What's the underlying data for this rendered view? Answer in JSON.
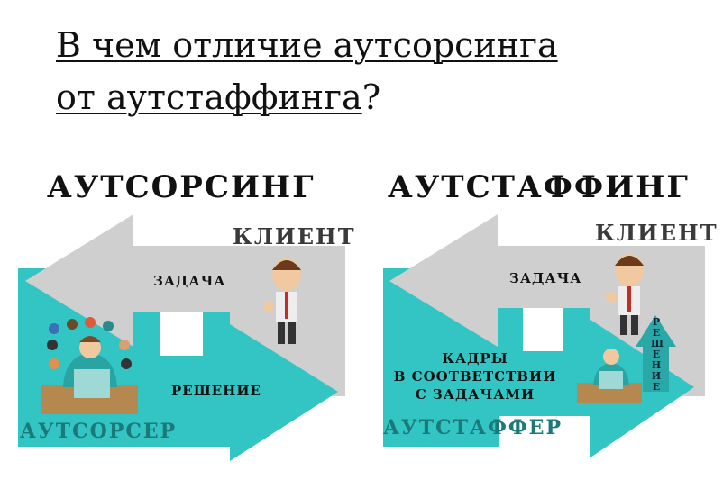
{
  "title": {
    "line1": "В чем отличие аутсорсинга",
    "line2": "от аутстаффинга",
    "mark": "?"
  },
  "outsourcing": {
    "heading": "АУТСОРСИНГ",
    "client": "КЛИЕНТ",
    "task": "ЗАДАЧА",
    "solution": "РЕШЕНИЕ",
    "provider": "АУТСОРСЕР"
  },
  "outstaffing": {
    "heading": "АУТСТАФФИНГ",
    "client": "КЛИЕНТ",
    "task": "ЗАДАЧА",
    "staff_line1": "КАДРЫ",
    "staff_line2": "В СООТВЕТСТВИИ",
    "staff_line3": "С ЗАДАЧАМИ",
    "solution": "РЕШЕНИЕ",
    "provider": "АУТСТАФФЕР"
  },
  "colors": {
    "teal": "#33c4c4",
    "gray": "#cfcfcf",
    "provider_text": "#1a7a7a"
  }
}
